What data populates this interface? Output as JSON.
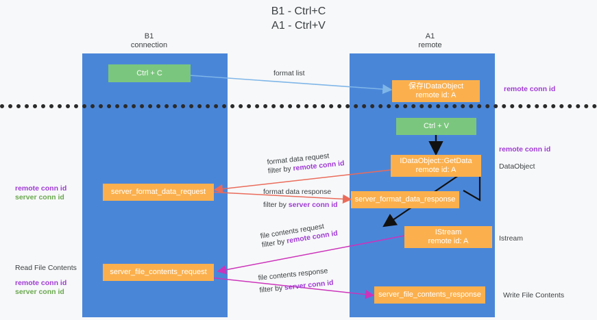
{
  "diagram": {
    "title_line1": "B1 - Ctrl+C",
    "title_line2": "A1 - Ctrl+V",
    "lanes": [
      {
        "name": "B1",
        "role": "connection"
      },
      {
        "name": "A1",
        "role": "remote"
      }
    ],
    "colors": {
      "lane": "#4a86d8",
      "green_node": "#7bc67e",
      "orange_node": "#fbb04d",
      "remote_conn_id": "#a03bd4",
      "server_conn_id": "#6aa84f",
      "arrow_format_list": "#7fb6e8",
      "arrow_format_data": "#ea6b5a",
      "arrow_file_contents": "#cc33bb",
      "arrow_internal": "#000000",
      "divider": "#2b2b2b",
      "background": "#f7f8f9"
    },
    "nodes": {
      "ctrl_c": "Ctrl + C",
      "ctrl_v": "Ctrl + V",
      "save_dataobject_l1": "保存IDataObject",
      "save_dataobject_l2": "remote id: A",
      "getdata_l1": "IDataObject::GetData",
      "getdata_l2": "remote id: A",
      "istream_l1": "IStream",
      "istream_l2": "remote id: A",
      "server_format_data_request": "server_format_data_request",
      "server_format_data_response": "server_format_data_response",
      "server_file_contents_request": "server_file_contents_request",
      "server_file_contents_response": "server_file_contents_response"
    },
    "edges": {
      "format_list": "format list",
      "format_data_request": "format data request",
      "format_data_request_filter_prefix": "filter by ",
      "format_data_request_filter_key": "remote conn id",
      "format_data_response": "format data response",
      "format_data_response_filter_prefix": "filter by ",
      "format_data_response_filter_key": "server conn id",
      "file_contents_request": "file contents request",
      "file_contents_request_filter_prefix": "filter by ",
      "file_contents_request_filter_key": "remote conn id",
      "file_contents_response": "file contents response",
      "file_contents_response_filter_prefix": "filter by ",
      "file_contents_response_filter_key": "server conn id"
    },
    "side_labels": {
      "right_top_remote_conn_id": "remote conn id",
      "right_mid_remote_conn_id": "remote conn id",
      "right_dataobject": "DataObject",
      "right_istream": "Istream",
      "right_write_file_contents": "Write File Contents",
      "left_remote_conn_id": "remote conn id",
      "left_server_conn_id": "server conn id",
      "left_read_file_contents": "Read File Contents",
      "left_bottom_remote_conn_id": "remote conn id",
      "left_bottom_server_conn_id": "server conn id"
    }
  }
}
